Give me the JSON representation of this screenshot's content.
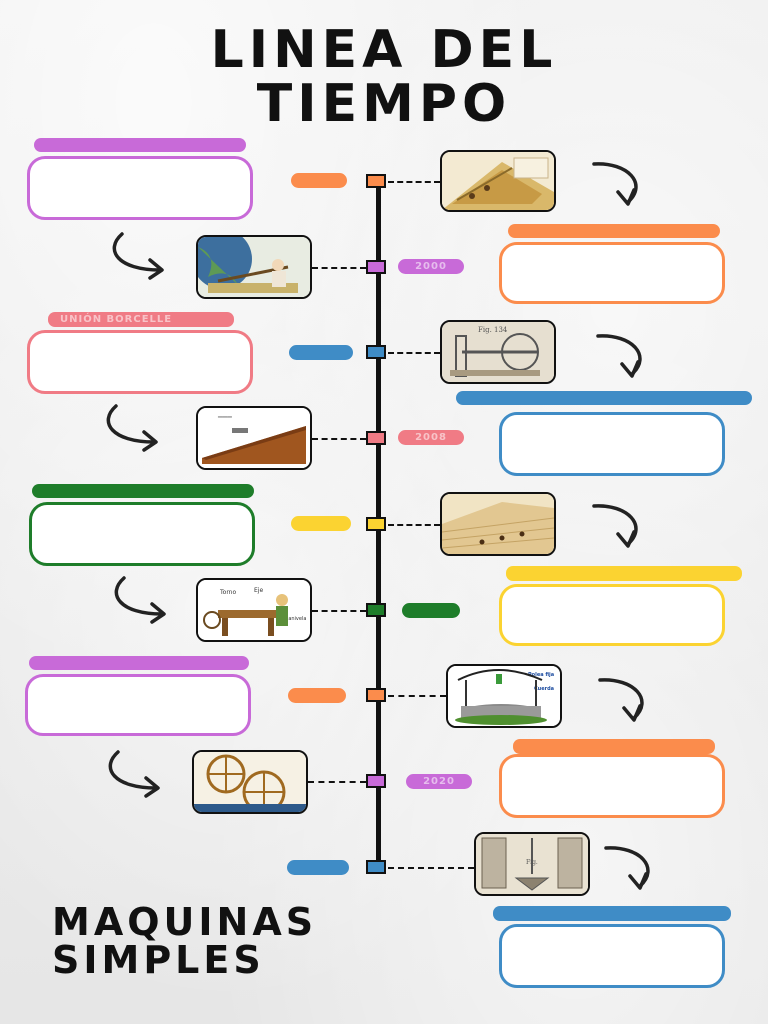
{
  "title": {
    "line1": "LINEA DEL",
    "line2": "TIEMPO"
  },
  "footer": {
    "line1": "MAQUINAS",
    "line2": "SIMPLES"
  },
  "colors": {
    "purple": "#c86ad8",
    "orange": "#fb8c4c",
    "pink": "#f07b85",
    "blue": "#3f8cc6",
    "green": "#1e7d2a",
    "yellow": "#fbd331",
    "axis": "#111111"
  },
  "timeline": {
    "pills": [
      "",
      "2000",
      "",
      "2008",
      "",
      "",
      "",
      "2020",
      ""
    ],
    "side_labels": [
      "",
      "",
      "UNIÓN BORCELLE",
      "",
      "",
      "",
      "",
      "",
      "",
      ""
    ]
  },
  "images": [
    "pyramid-ramp-illustration",
    "archimedes-lever-earth-illustration",
    "screw-press-engraving",
    "inclined-plane-illustration",
    "pyramid-construction-illustration",
    "wheel-and-axle-illustration",
    "well-pulley-illustration",
    "waterwheel-gears-illustration",
    "wedge-engraving"
  ],
  "thumb_captions": {
    "screw": "Fig. 134",
    "axle_labels": [
      "Torno",
      "Eje",
      "Manivela"
    ],
    "well_labels": [
      "Polea fija",
      "Cuerda"
    ],
    "wedge": "Fig."
  }
}
